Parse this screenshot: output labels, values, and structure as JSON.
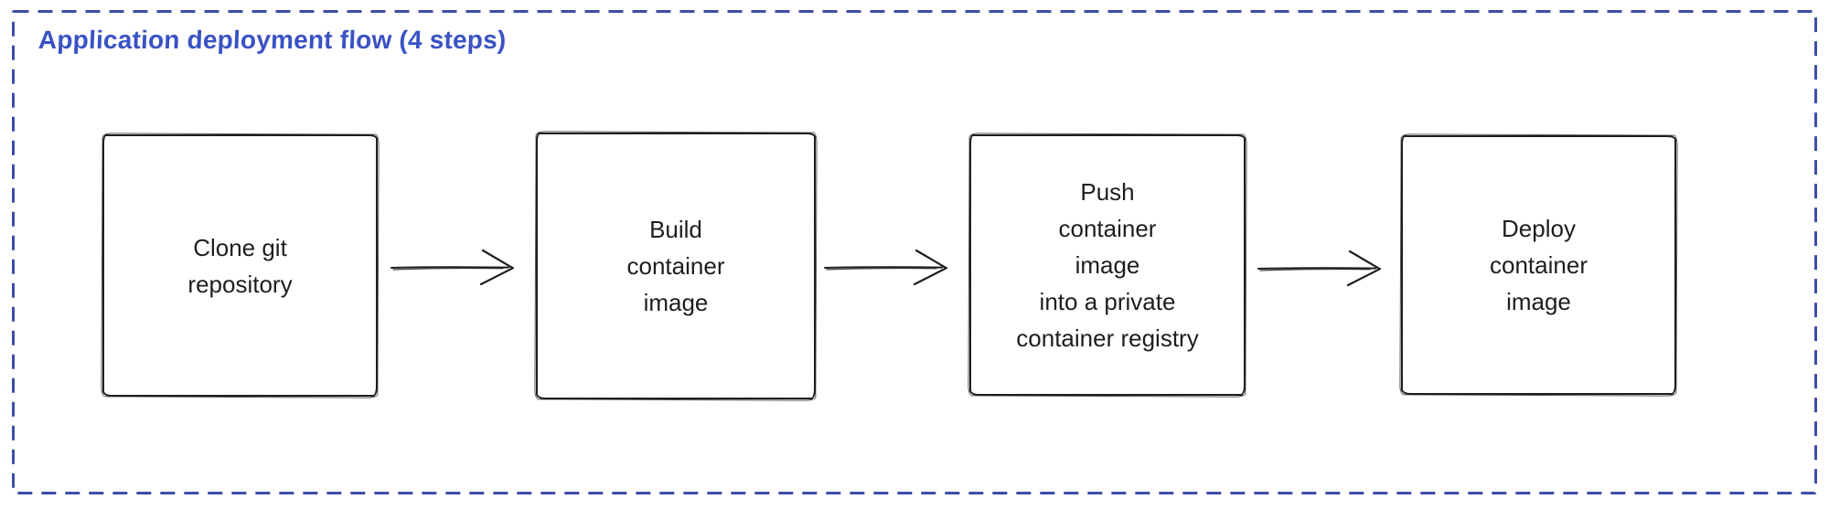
{
  "diagram": {
    "title": "Application deployment flow (4 steps)",
    "colors": {
      "frame_border": "#3e4da6",
      "title_text": "#3a52c3",
      "shape_stroke": "#1e1e1e",
      "shape_fill": "#ffffff",
      "background": "#ffffff"
    },
    "steps": [
      {
        "id": "step-1",
        "label": "Clone git\nrepository"
      },
      {
        "id": "step-2",
        "label": "Build\ncontainer\nimage"
      },
      {
        "id": "step-3",
        "label": "Push\ncontainer\nimage\ninto a private\ncontainer registry"
      },
      {
        "id": "step-4",
        "label": "Deploy\ncontainer\nimage"
      }
    ],
    "connectors": [
      {
        "from": "step-1",
        "to": "step-2",
        "direction": "right"
      },
      {
        "from": "step-2",
        "to": "step-3",
        "direction": "right"
      },
      {
        "from": "step-3",
        "to": "step-4",
        "direction": "right"
      }
    ]
  }
}
